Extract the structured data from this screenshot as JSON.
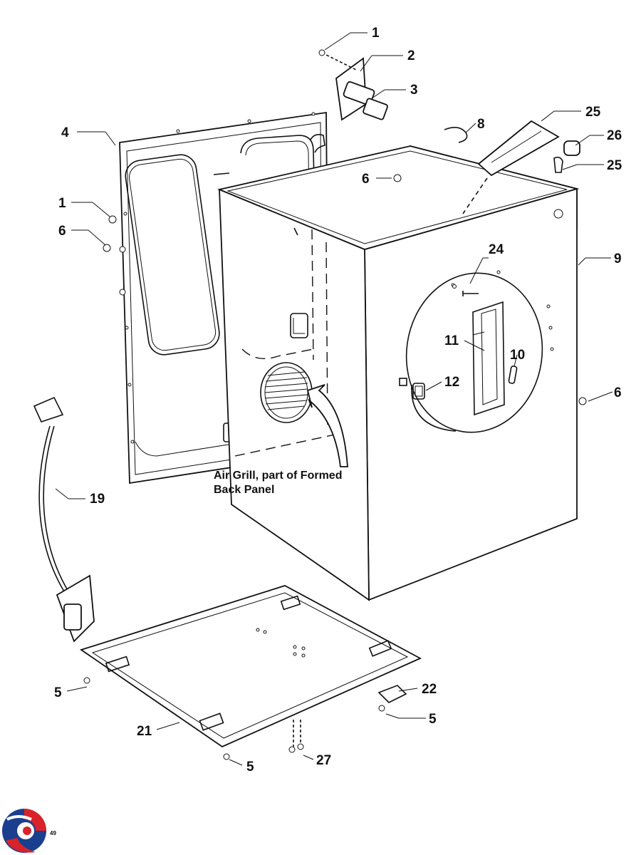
{
  "callouts": {
    "c1a": "1",
    "c2": "2",
    "c3": "3",
    "c4": "4",
    "c1b": "1",
    "c6a": "6",
    "c6b": "6",
    "c8": "8",
    "c25a": "25",
    "c26": "26",
    "c25b": "25",
    "c9": "9",
    "c24": "24",
    "c11": "11",
    "c10": "10",
    "c12": "12",
    "c6c": "6",
    "c19": "19",
    "c5a": "5",
    "c22": "22",
    "c5b": "5",
    "c21": "21",
    "c5c": "5",
    "c27": "27"
  },
  "note": {
    "line1": "Air Grill, part  of Formed",
    "line2": "Back Panel"
  },
  "footer": {
    "page_number": "49",
    "logo_icon": "brand-swirl-logo",
    "logo_colors": [
      "#1a3f8f",
      "#d8232a"
    ]
  }
}
